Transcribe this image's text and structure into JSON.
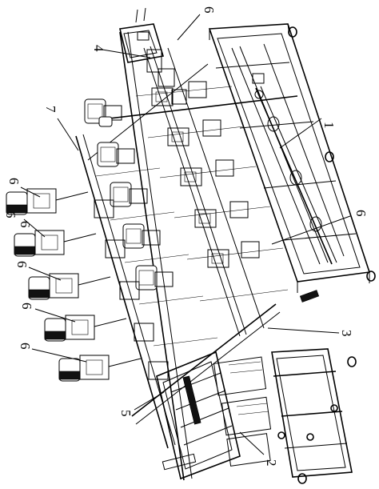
{
  "figure": {
    "callouts": [
      {
        "label": "1"
      },
      {
        "label": "2"
      },
      {
        "label": "3"
      },
      {
        "label": "4"
      },
      {
        "label": "5"
      },
      {
        "label": "6"
      },
      {
        "label": "6"
      },
      {
        "label": "6"
      },
      {
        "label": "6"
      },
      {
        "label": "6"
      },
      {
        "label": "6"
      },
      {
        "label": "6"
      },
      {
        "label": "6"
      },
      {
        "label": "7"
      }
    ]
  }
}
